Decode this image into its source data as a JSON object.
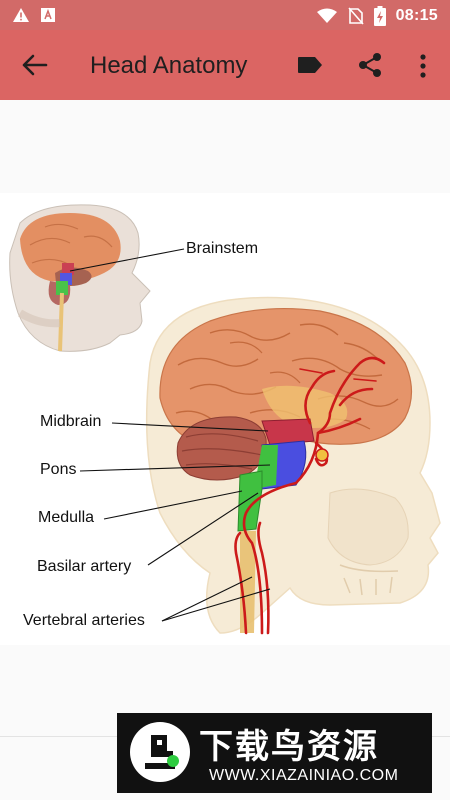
{
  "status_bar": {
    "time": "08:15",
    "icons": [
      "warning-icon",
      "font-a-icon",
      "wifi-icon",
      "no-sim-icon",
      "battery-charging-icon"
    ]
  },
  "app_bar": {
    "title": "Head Anatomy",
    "icons": [
      "back-arrow-icon",
      "label-tag-icon",
      "share-icon",
      "more-vert-icon"
    ]
  },
  "figure": {
    "labels": {
      "brainstem": "Brainstem",
      "midbrain": "Midbrain",
      "pons": "Pons",
      "medulla": "Medulla",
      "basilar_artery": "Basilar artery",
      "vertebral_arteries": "Vertebral arteries"
    },
    "colors": {
      "brain": "#e59468",
      "midbrain": "#c8364a",
      "pons": "#4a4ee0",
      "medulla": "#40c040",
      "artery": "#cc1a1a",
      "spinal_cord": "#e8c070"
    }
  },
  "watermark": {
    "brand_cn": "下载鸟资源",
    "url": "WWW.XIAZAINIAO.COM"
  }
}
